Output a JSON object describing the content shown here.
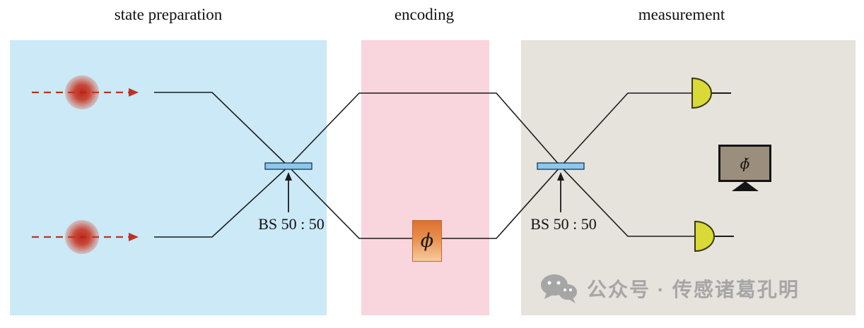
{
  "figure": {
    "sections": [
      {
        "id": "state-preparation",
        "label": "state preparation"
      },
      {
        "id": "encoding",
        "label": "encoding"
      },
      {
        "id": "measurement",
        "label": "measurement"
      }
    ],
    "beam_splitters": [
      {
        "label": "BS 50 : 50"
      },
      {
        "label": "BS 50 : 50"
      }
    ],
    "phase_shifter": {
      "symbol": "ϕ"
    },
    "monitor": {
      "symbol": "ϕ̌"
    },
    "icons": [
      "photon-source-icon",
      "beam-splitter-icon",
      "phase-shifter-icon",
      "photodetector-icon",
      "computer-monitor-icon",
      "wechat-icon"
    ]
  },
  "watermark": {
    "text": "公众号 · 传感诸葛孔明"
  },
  "colors": {
    "state_preparation_panel": "#cbe9f7",
    "encoding_panel": "#f9d5dd",
    "measurement_panel": "#e6e2dc",
    "photon": "#c62c18",
    "beam_path": "#1b1b1b",
    "beam_splitter": "#8ec7ea",
    "phase_shifter_top": "#dd7030",
    "phase_shifter_bottom": "#f7cba0",
    "detector": "#d9da38",
    "monitor_screen": "#9c8e7d",
    "watermark": "#a6a6a6"
  }
}
